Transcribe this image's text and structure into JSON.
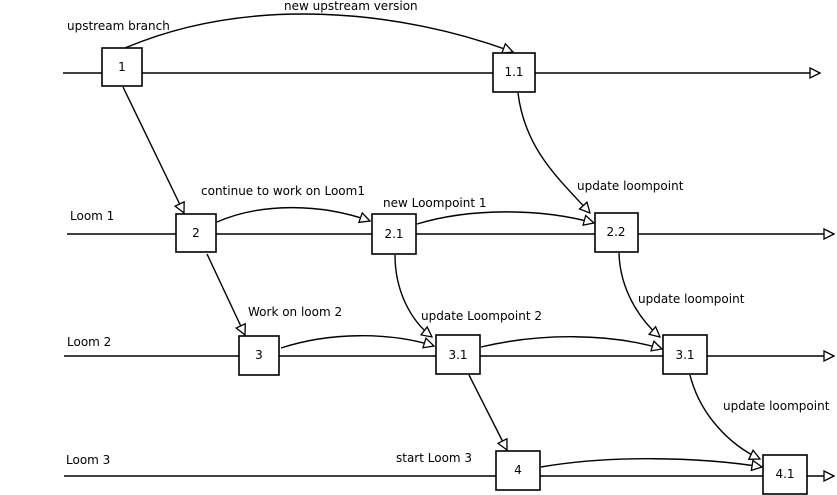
{
  "lanes": [
    {
      "id": "upstream",
      "label": "upstream branch"
    },
    {
      "id": "loom1",
      "label": "Loom 1"
    },
    {
      "id": "loom2",
      "label": "Loom 2"
    },
    {
      "id": "loom3",
      "label": "Loom 3"
    }
  ],
  "nodes": [
    {
      "id": "n1",
      "label": "1",
      "lane": "upstream"
    },
    {
      "id": "n1_1",
      "label": "1.1",
      "lane": "upstream"
    },
    {
      "id": "n2",
      "label": "2",
      "lane": "loom1"
    },
    {
      "id": "n2_1",
      "label": "2.1",
      "lane": "loom1"
    },
    {
      "id": "n2_2",
      "label": "2.2",
      "lane": "loom1"
    },
    {
      "id": "n3",
      "label": "3",
      "lane": "loom2"
    },
    {
      "id": "n3_1a",
      "label": "3.1",
      "lane": "loom2"
    },
    {
      "id": "n3_1b",
      "label": "3.1",
      "lane": "loom2"
    },
    {
      "id": "n4",
      "label": "4",
      "lane": "loom3"
    },
    {
      "id": "n4_1",
      "label": "4.1",
      "lane": "loom3"
    }
  ],
  "edges": [
    {
      "from": "n1",
      "to": "n1_1",
      "label": "new upstream version"
    },
    {
      "from": "n1",
      "to": "n2",
      "label": ""
    },
    {
      "from": "n2",
      "to": "n2_1",
      "label": "continue to work on Loom1"
    },
    {
      "from": "n2_1",
      "to": "n2_2",
      "label": "new Loompoint 1"
    },
    {
      "from": "n1_1",
      "to": "n2_2",
      "label": "update loompoint"
    },
    {
      "from": "n2",
      "to": "n3",
      "label": "Work on loom 2"
    },
    {
      "from": "n3",
      "to": "n3_1a",
      "label": ""
    },
    {
      "from": "n2_1",
      "to": "n3_1a",
      "label": "update Loompoint 2"
    },
    {
      "from": "n3_1a",
      "to": "n3_1b",
      "label": ""
    },
    {
      "from": "n2_2",
      "to": "n3_1b",
      "label": "update loompoint"
    },
    {
      "from": "n3_1a",
      "to": "n4",
      "label": "start Loom 3"
    },
    {
      "from": "n4",
      "to": "n4_1",
      "label": ""
    },
    {
      "from": "n3_1b",
      "to": "n4_1",
      "label": "update loompoint"
    }
  ]
}
